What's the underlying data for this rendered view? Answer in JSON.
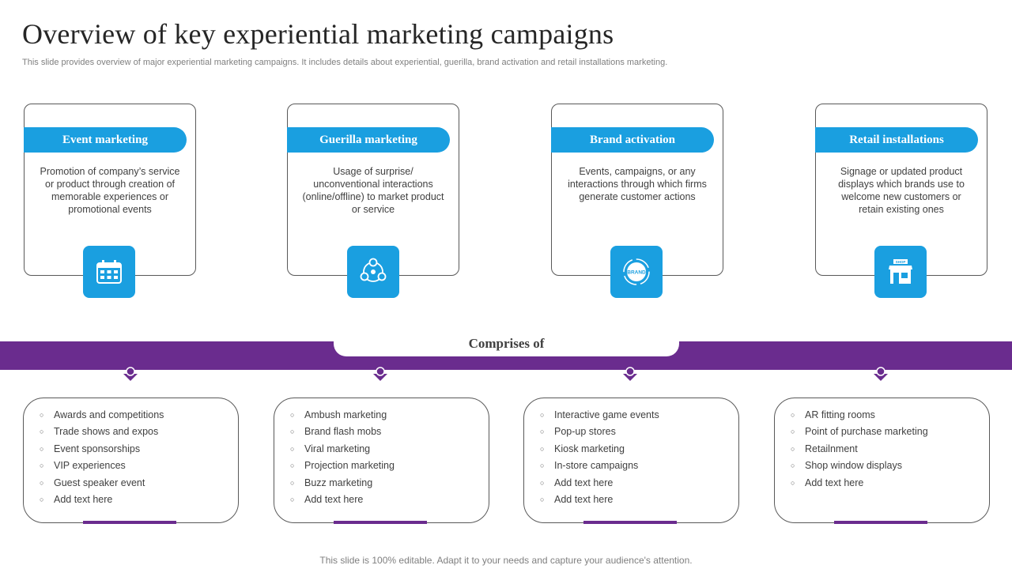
{
  "title": "Overview of key experiential marketing campaigns",
  "subtitle": "This slide provides overview of major experiential marketing campaigns. It includes details about experiential, guerilla, brand activation and retail installations marketing.",
  "cards": [
    {
      "heading": "Event marketing",
      "description": "Promotion of company’s service or product through creation of memorable experiences or promotional events",
      "icon": "calendar-icon"
    },
    {
      "heading": "Guerilla marketing",
      "description": "Usage of surprise/ unconventional interactions (online/offline) to market product or service",
      "icon": "network-cycle-icon"
    },
    {
      "heading": "Brand activation",
      "description": "Events, campaigns, or any interactions through which firms generate customer actions",
      "icon": "brand-badge-icon",
      "icon_text": "BRAND"
    },
    {
      "heading": "Retail installations",
      "description": "Signage or updated product displays which brands use to welcome new customers or retain existing ones",
      "icon": "shop-icon",
      "icon_text": "SHOP"
    }
  ],
  "band_label": "Comprises of",
  "lists": [
    [
      "Awards and competitions",
      "Trade shows and expos",
      "Event sponsorships",
      "VIP experiences",
      "Guest speaker event",
      "Add text here"
    ],
    [
      "Ambush marketing",
      "Brand flash mobs",
      "Viral marketing",
      "Projection marketing",
      "Buzz marketing",
      "Add text here"
    ],
    [
      "Interactive  game events",
      "Pop-up stores",
      "Kiosk marketing",
      "In-store  campaigns",
      "Add text here",
      "Add text here"
    ],
    [
      "AR fitting rooms",
      "Point of purchase  marketing",
      "Retailnment",
      "Shop window displays",
      "Add text here"
    ]
  ],
  "footer": "This slide is 100% editable. Adapt it to your needs and capture your audience's attention.",
  "colors": {
    "accent_blue": "#1a9fe0",
    "accent_purple": "#6a2c8e",
    "border": "#595959"
  }
}
